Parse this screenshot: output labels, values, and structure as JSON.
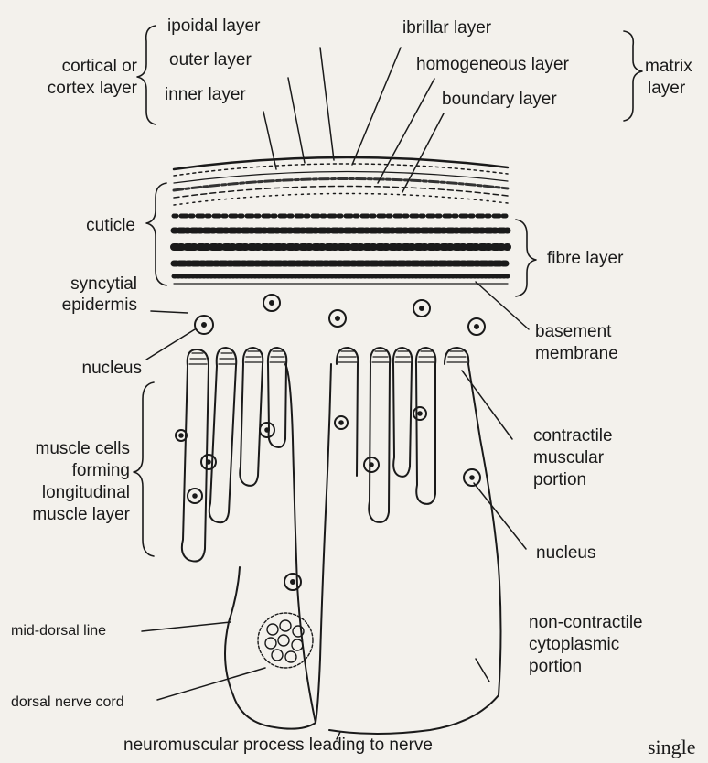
{
  "labels": {
    "lipoidal": "ipoidal layer",
    "fibrillar": "ibrillar layer",
    "cortical_1": "cortical or",
    "cortical_2": "cortex layer",
    "outer": "outer layer",
    "homogeneous": "homogeneous layer",
    "matrix_1": "matrix",
    "matrix_2": "layer",
    "inner": "inner layer",
    "boundary": "boundary layer",
    "cuticle": "cuticle",
    "fibre": "fibre layer",
    "syncytial_1": "syncytial",
    "syncytial_2": "epidermis",
    "basement_1": "basement",
    "basement_2": "membrane",
    "nucleus_left": "nucleus",
    "muscle_1": "muscle cells",
    "muscle_2": "forming",
    "muscle_3": "longitudinal",
    "muscle_4": "muscle layer",
    "contractile_1": "contractile",
    "contractile_2": "muscular",
    "contractile_3": "portion",
    "nucleus_right": "nucleus",
    "middorsal": "mid-dorsal line",
    "noncontractile_1": "non-contractile",
    "noncontractile_2": "cytoplasmic",
    "noncontractile_3": "portion",
    "dorsal_nerve": "dorsal nerve cord",
    "neuromuscular": "neuromuscular process leading to nerve",
    "corner_text": "single"
  }
}
